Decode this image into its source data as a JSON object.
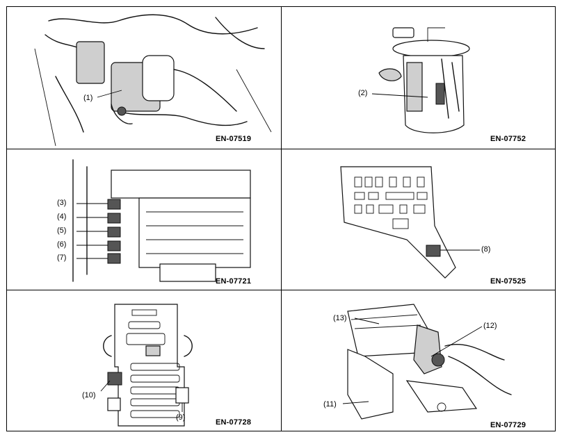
{
  "panels": [
    {
      "code": "EN-07519",
      "callouts": [
        "(1)"
      ]
    },
    {
      "code": "EN-07752",
      "callouts": [
        "(2)"
      ]
    },
    {
      "code": "EN-07721",
      "callouts": [
        "(3)",
        "(4)",
        "(5)",
        "(6)",
        "(7)"
      ]
    },
    {
      "code": "EN-07525",
      "callouts": [
        "(8)"
      ]
    },
    {
      "code": "EN-07728",
      "callouts": [
        "(10)",
        "(9)"
      ]
    },
    {
      "code": "EN-07729",
      "callouts": [
        "(13)",
        "(12)",
        "(11)"
      ]
    }
  ]
}
